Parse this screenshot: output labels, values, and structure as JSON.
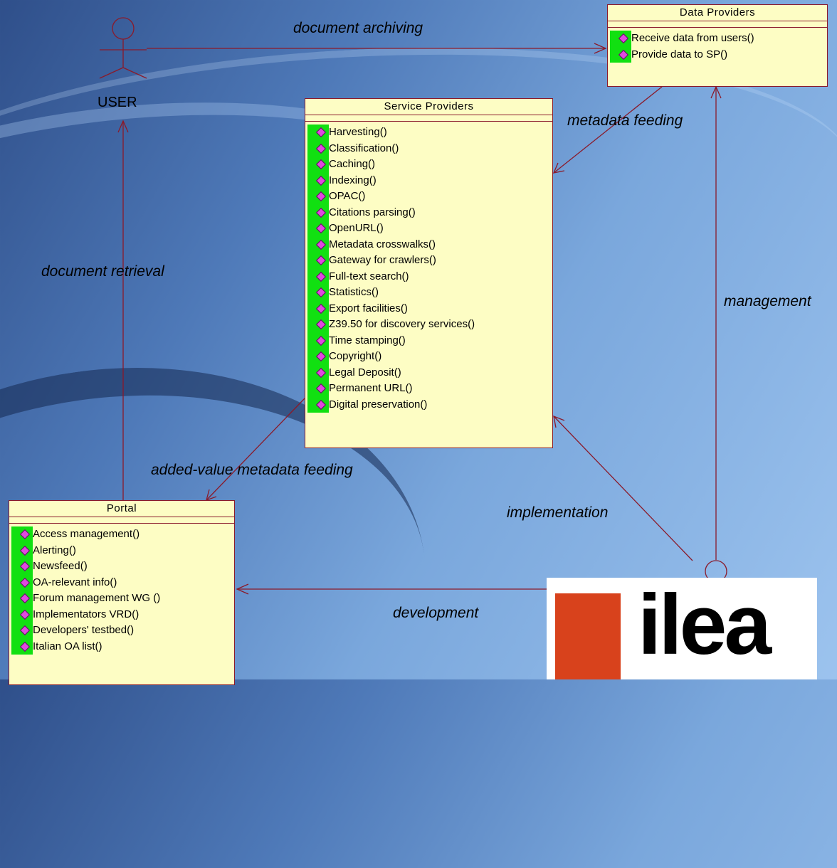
{
  "actors": {
    "user": {
      "name": "USER"
    },
    "developer": {
      "name": ""
    }
  },
  "classes": {
    "data_providers": {
      "title": "Data Providers",
      "operations": [
        "Receive data from users()",
        "Provide data to SP()"
      ]
    },
    "service_providers": {
      "title": "Service Providers",
      "operations": [
        "Harvesting()",
        "Classification()",
        "Caching()",
        "Indexing()",
        "OPAC()",
        "Citations parsing()",
        "OpenURL()",
        "Metadata crosswalks()",
        "Gateway for crawlers()",
        "Full-text search()",
        "Statistics()",
        "Export facilities()",
        "Z39.50 for discovery services()",
        "Time stamping()",
        "Copyright()",
        "Legal Deposit()",
        "Permanent URL()",
        "Digital preservation()"
      ]
    },
    "portal": {
      "title": "Portal",
      "operations": [
        "Access management()",
        "Alerting()",
        "Newsfeed()",
        "OA-relevant info()",
        "Forum management WG ()",
        "Implementators VRD()",
        "Developers' testbed()",
        "Italian OA list()"
      ]
    }
  },
  "edges": {
    "document_archiving": "document archiving",
    "metadata_feeding": "metadata feeding",
    "document_retrieval": "document retrieval",
    "management": "management",
    "added_value": "added-value metadata feeding",
    "implementation": "implementation",
    "development": "development"
  },
  "logo": {
    "text": "ilea"
  },
  "colors": {
    "line": "#8a1a2a",
    "box_fill": "#fdfdc4",
    "op_bar": "#11e011",
    "op_icon": "#e048e0",
    "logo_red": "#d8421c"
  }
}
